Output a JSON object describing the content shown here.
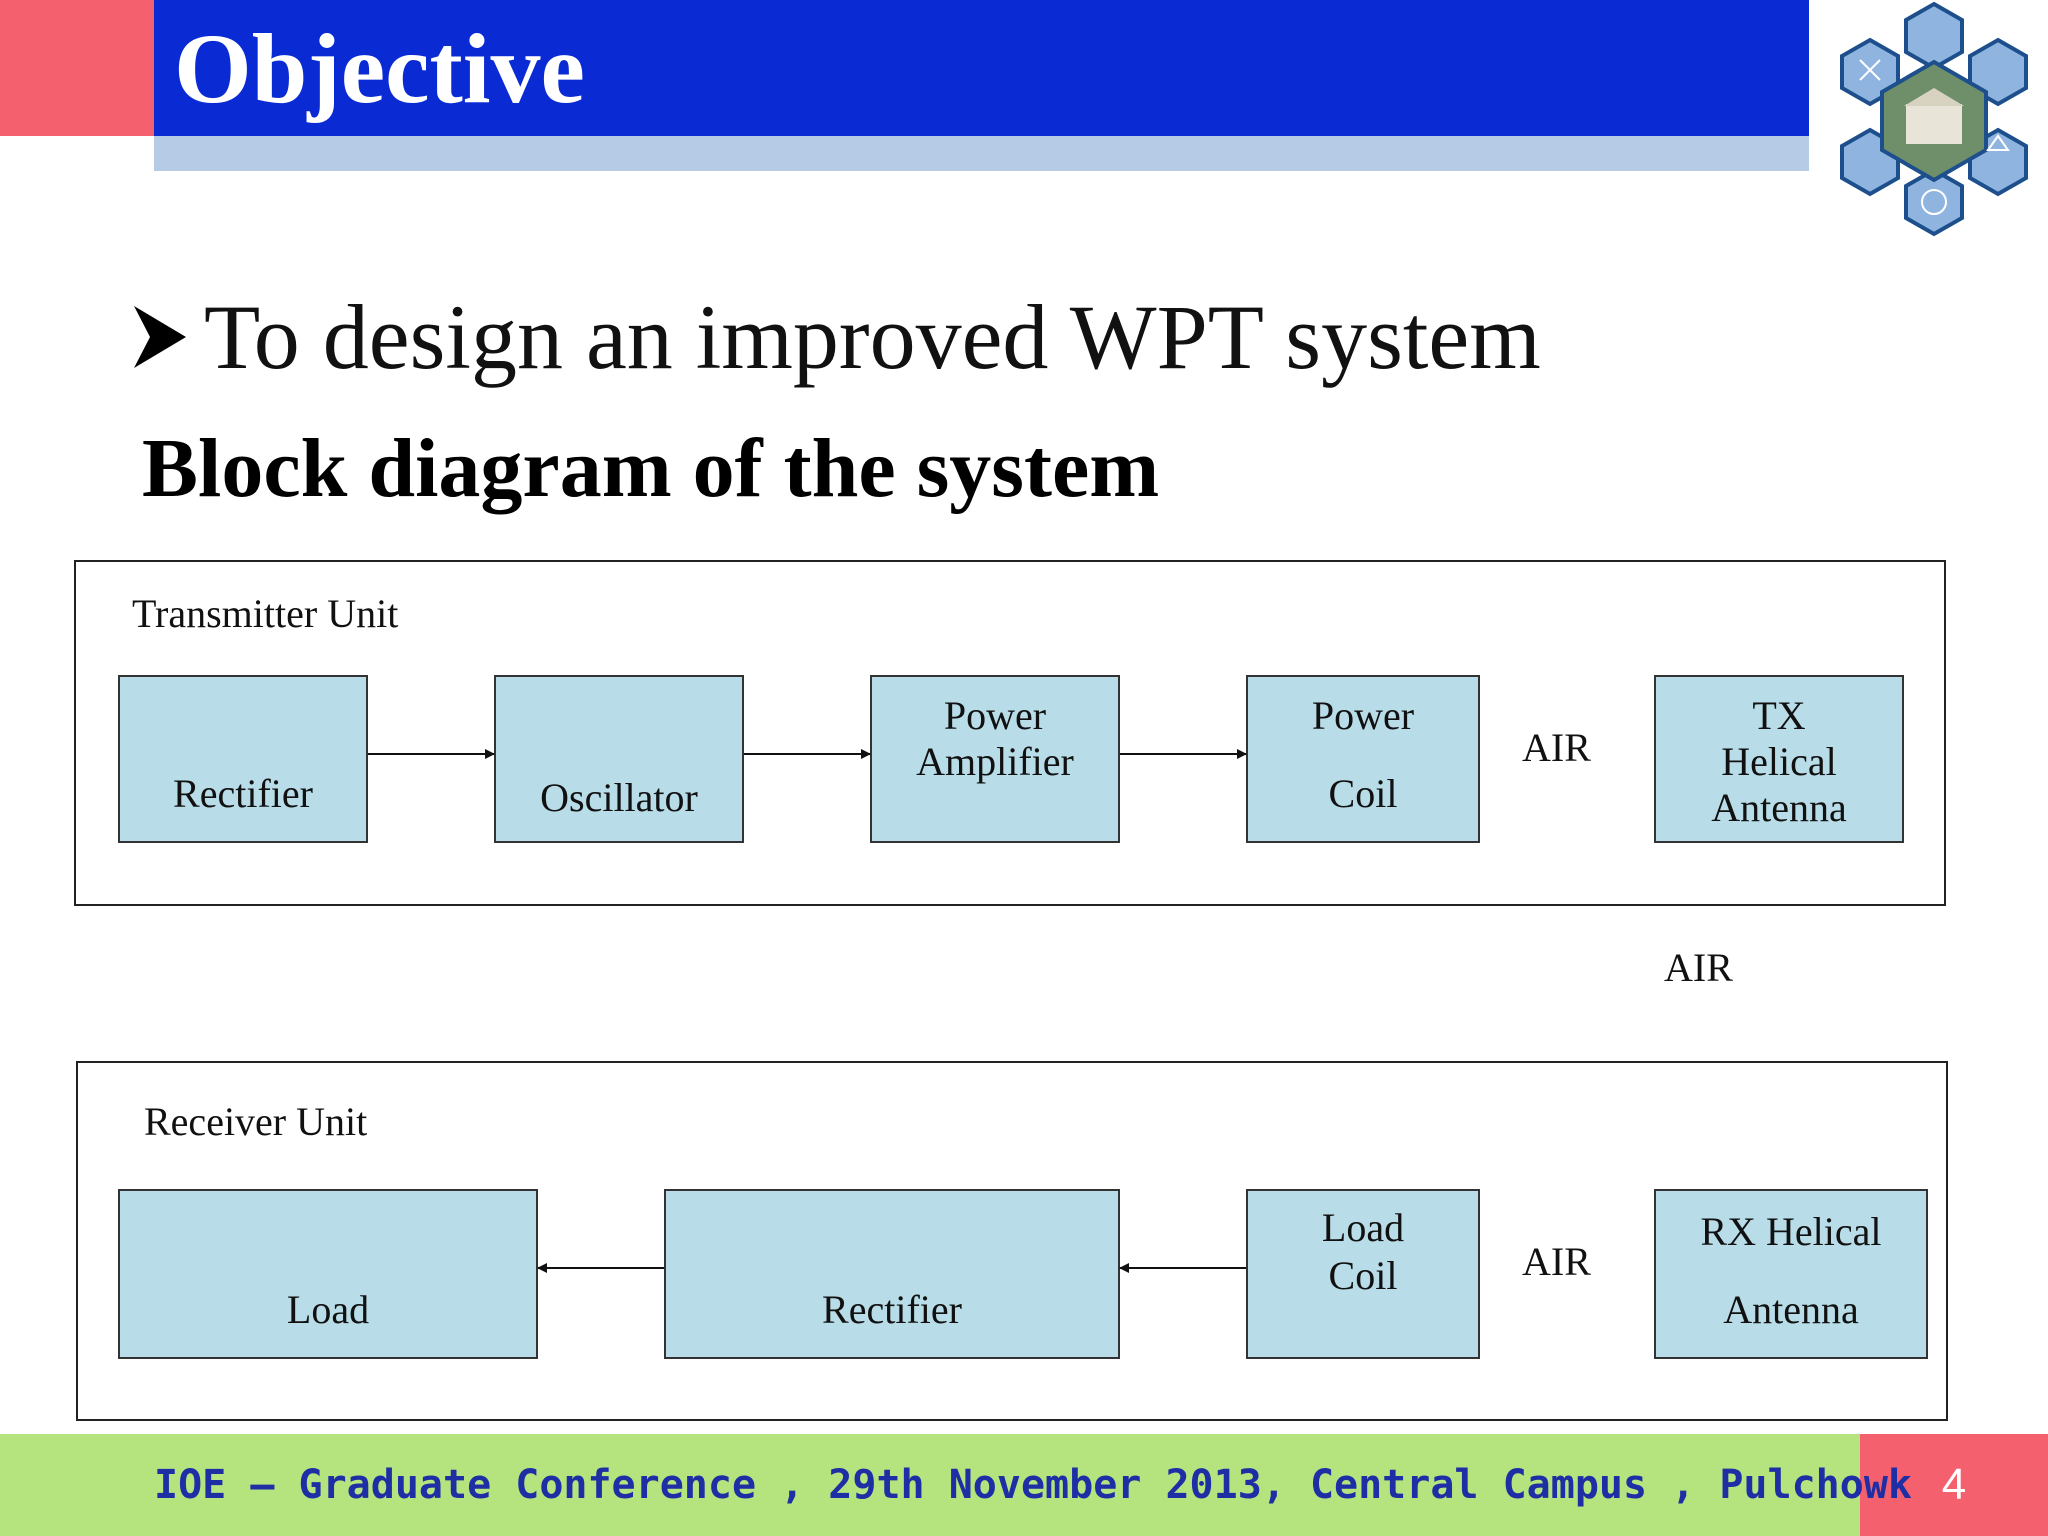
{
  "slide": {
    "title": "Objective",
    "bullet": "To design an improved WPT system",
    "subtitle": "Block diagram of the system",
    "page_number": "4"
  },
  "diagram": {
    "transmitter": {
      "label": "Transmitter Unit",
      "blocks": {
        "rectifier": [
          "Rectifier"
        ],
        "oscillator": [
          "Oscillator"
        ],
        "power_amplifier": [
          "Power",
          "Amplifier"
        ],
        "power_coil": [
          "Power",
          "Coil"
        ],
        "tx_antenna": [
          "TX",
          "Helical",
          "Antenna"
        ]
      },
      "air": "AIR"
    },
    "between_air": "AIR",
    "receiver": {
      "label": "Receiver Unit",
      "blocks": {
        "load": [
          "Load"
        ],
        "rectifier": [
          "Rectifier"
        ],
        "load_coil": [
          "Load",
          "Coil"
        ],
        "rx_antenna": [
          "RX Helical",
          "Antenna"
        ]
      },
      "air": "AIR"
    }
  },
  "footer": {
    "text": "IOE – Graduate Conference , 29th November 2013, Central Campus , Pulchowk"
  },
  "colors": {
    "header_blue": "#0a2bd4",
    "header_pink": "#f4606e",
    "block_fill": "#b8dde8",
    "footer_green": "#b5e37e",
    "footer_text": "#1e2ea5"
  }
}
